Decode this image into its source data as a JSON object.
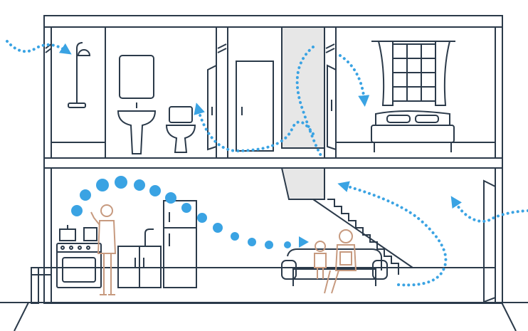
{
  "colors": {
    "line": "#2b3a4a",
    "airflow": "#3aa3e3",
    "person": "#c79a7f",
    "shaft": "#e7e7e7",
    "background": "#ffffff"
  },
  "legend": {
    "house": "two-storey-house",
    "upper_rooms": [
      "bathroom",
      "hallway-closet",
      "bedroom"
    ],
    "lower_rooms": [
      "kitchen",
      "living-room"
    ],
    "icons": [
      "shower-icon",
      "sink-icon",
      "toilet-icon",
      "mirror-icon",
      "bed-icon",
      "window-icon",
      "stove-icon",
      "fridge-icon",
      "sofa-icon",
      "staircase-icon",
      "vent-icon",
      "door-icon"
    ]
  }
}
